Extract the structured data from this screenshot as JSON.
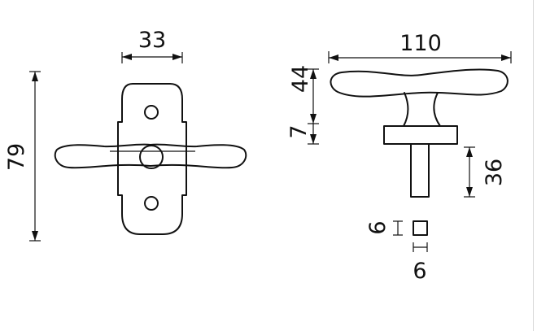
{
  "dimensions": {
    "rosette_width": "33",
    "overall_height": "79",
    "lever_length": "110",
    "grip_height": "44",
    "collar_height": "7",
    "spindle_length": "36",
    "spindle_side": "6",
    "spindle_width": "6"
  },
  "colors": {
    "line": "#111111",
    "background": "#ffffff",
    "edge": "#d8d8d8"
  }
}
